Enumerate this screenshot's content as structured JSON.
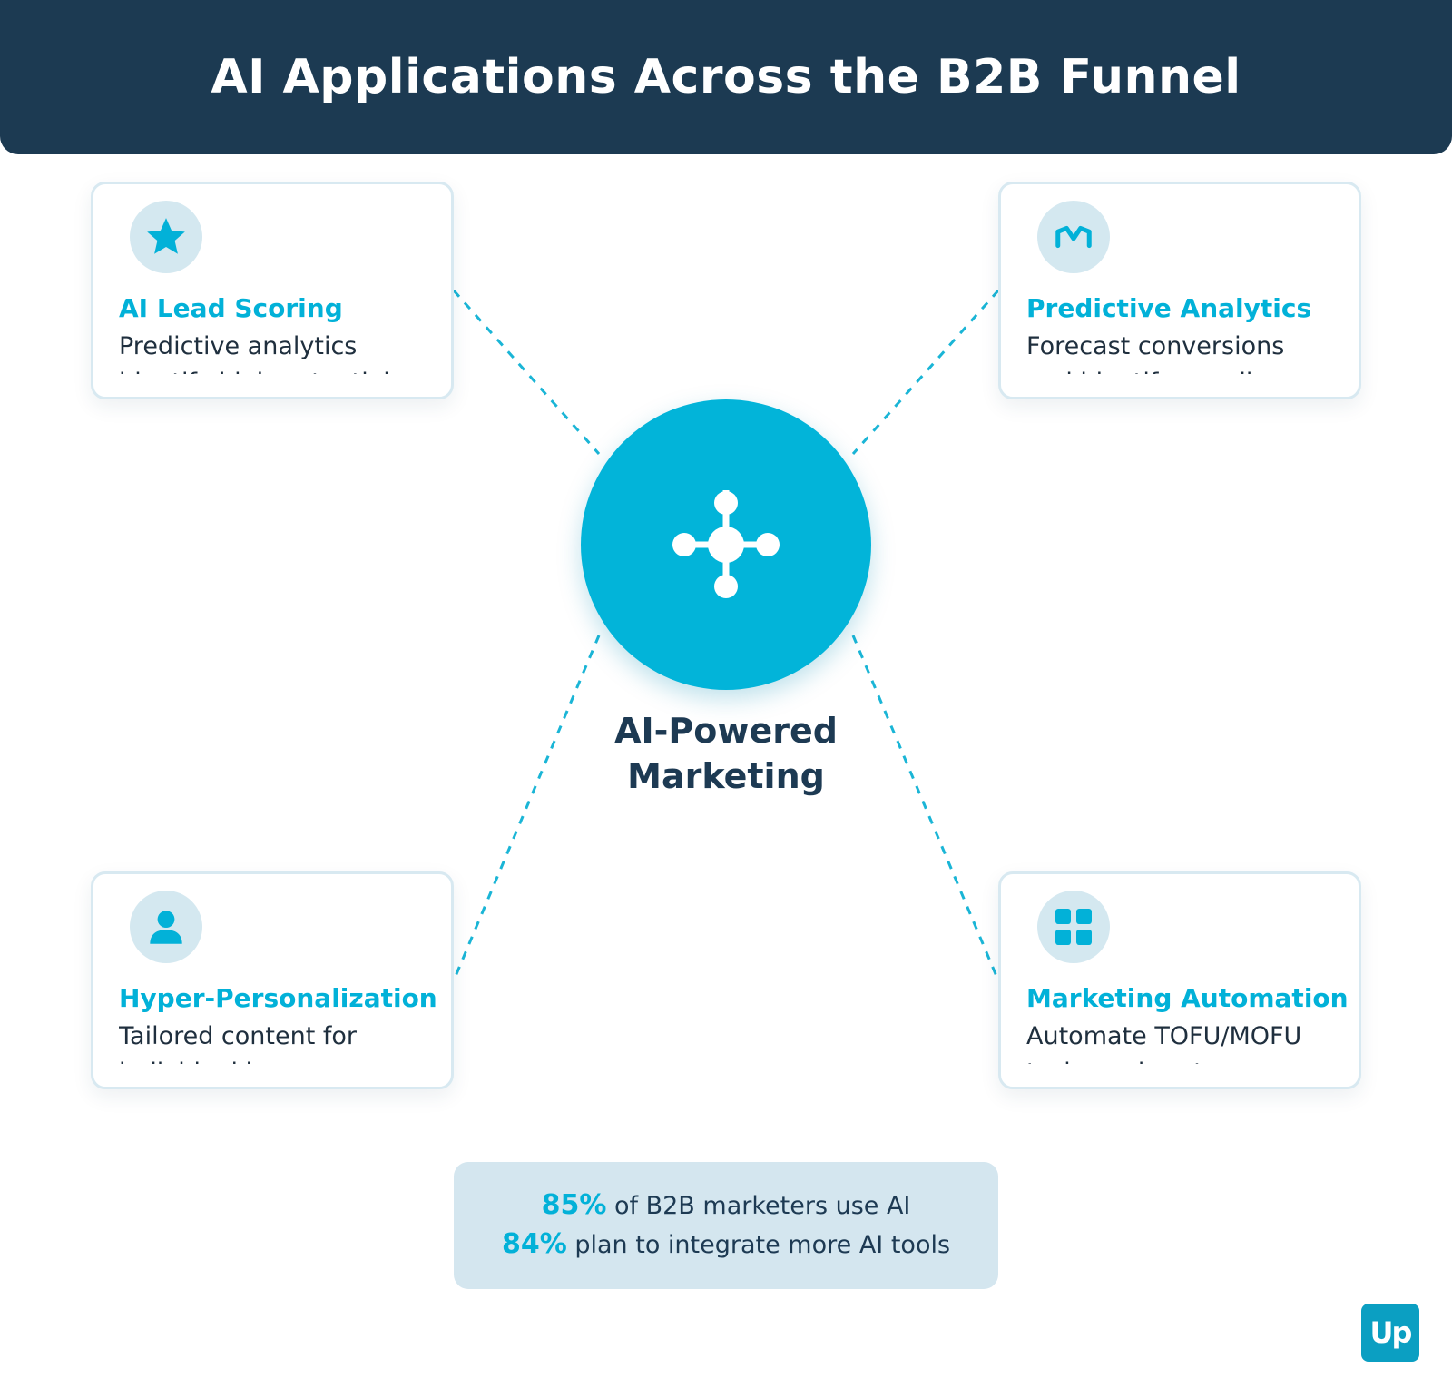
{
  "header": {
    "title": "AI Applications Across the B2B Funnel"
  },
  "hub": {
    "label": "AI-Powered Marketing",
    "icon": "network-hub-icon"
  },
  "cards": [
    {
      "title": "AI Lead Scoring",
      "desc": "Predictive analytics identify high-potential",
      "icon": "star-icon"
    },
    {
      "title": "Predictive Analytics",
      "desc": "Forecast conversions and identify upsell",
      "icon": "trend-icon"
    },
    {
      "title": "Hyper-Personalization",
      "desc": "Tailored content for individual buyer journeys",
      "icon": "user-icon"
    },
    {
      "title": "Marketing Automation",
      "desc": "Automate TOFU/MOFU tasks and nurture",
      "icon": "grid-icon"
    }
  ],
  "stats": [
    {
      "pct": "85%",
      "text": "of B2B marketers use AI"
    },
    {
      "pct": "84%",
      "text": "plan to integrate more AI tools"
    }
  ],
  "logo": {
    "text": "Up"
  },
  "colors": {
    "navy": "#1c3a52",
    "accent": "#02b4d9",
    "icon_bg": "#d4e8f0",
    "stats_bg": "#d4e6ef"
  }
}
